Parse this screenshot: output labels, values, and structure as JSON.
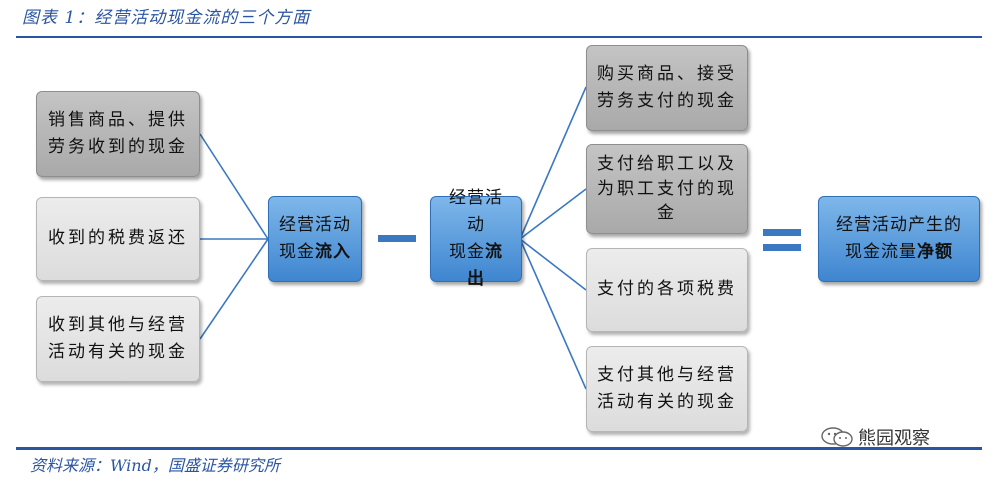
{
  "title": "图表 1：经营活动现金流的三个方面",
  "source": "资料来源：Wind，国盛证券研究所",
  "watermark": {
    "text": "熊园观察",
    "icon": "wechat-chat-icon"
  },
  "inflow_items": [
    {
      "line1": "销售商品、提供",
      "line2": "劳务收到的现金",
      "style": "gray"
    },
    {
      "line1": "收到的税费返还",
      "line2": "",
      "style": "light"
    },
    {
      "line1": "收到其他与经营",
      "line2": "活动有关的现金",
      "style": "light"
    }
  ],
  "inflow_node": {
    "line1": "经营活动",
    "line2_prefix": "现金",
    "line2_bold": "流入"
  },
  "minus_sign": "minus-operator",
  "outflow_node": {
    "line1": "经营活动",
    "line2_prefix": "现金",
    "line2_bold": "流出"
  },
  "outflow_items": [
    {
      "line1": "购买商品、接受",
      "line2": "劳务支付的现金",
      "line3": "",
      "style": "gray"
    },
    {
      "line1": "支付给职工以及",
      "line2": "为职工支付的现",
      "line3": "金",
      "style": "gray"
    },
    {
      "line1": "支付的各项税费",
      "line2": "",
      "line3": "",
      "style": "light"
    },
    {
      "line1": "支付其他与经营",
      "line2": "活动有关的现金",
      "line3": "",
      "style": "light"
    }
  ],
  "equals_sign": "equals-operator",
  "result_node": {
    "line1": "经营活动产生的",
    "line2_prefix": "现金流量",
    "line2_bold": "净额"
  },
  "colors": {
    "title_blue": "#2a55a3",
    "node_blue": "#4a8fd6",
    "connector": "#3a78c2"
  }
}
